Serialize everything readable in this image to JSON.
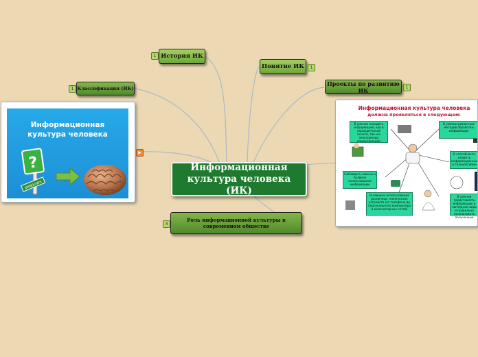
{
  "map": {
    "center": {
      "label": "Информационная культура человека (ИК)"
    },
    "topics": [
      {
        "id": "history",
        "label": "История ИК",
        "badge": "1"
      },
      {
        "id": "concept",
        "label": "Понятие ИК",
        "badge": "1"
      },
      {
        "id": "projects",
        "label": "Проекты по развитию ИК",
        "badge": "1"
      },
      {
        "id": "classification",
        "label": "Классификация (ИК)",
        "badge": "1"
      },
      {
        "id": "role",
        "label": "Роль информационной культуры в современном обществе",
        "badge": "3"
      }
    ],
    "image_left": {
      "slide_title": "Информационная культура человека",
      "arrow_badge": "▶",
      "sign_text": "WINDOWS",
      "sign_mark": "?"
    },
    "image_right": {
      "title": "Информационная культура человека",
      "subtitle": "должна проявляться в следующем:",
      "boxes": [
        "В умении находить информацию, как в периодической печати, так и в электронных коммуникаций)",
        "В умении различных методов обработки информации",
        "В способности владеть информационными и технологиями",
        "Соблюдать законы и правила использования информации",
        "В навыках использования различных технических устройств (от телефона до персонального компьютера и компьютерных сетей)",
        "В умении представлять информацию в наглядном виде и правильно использовать полученные"
      ]
    }
  },
  "colors": {
    "background": "#ecd9b4",
    "center_fill": "#1d7a2e",
    "topic_light": "#8fc04c",
    "topic_dark": "#5f9934",
    "link": "#a8b8c8",
    "frame_border": "#9db1cf"
  },
  "icons": [
    "expand-badge",
    "arrow-badge",
    "question-sign-icon",
    "brain-icon",
    "green-arrow-icon"
  ]
}
